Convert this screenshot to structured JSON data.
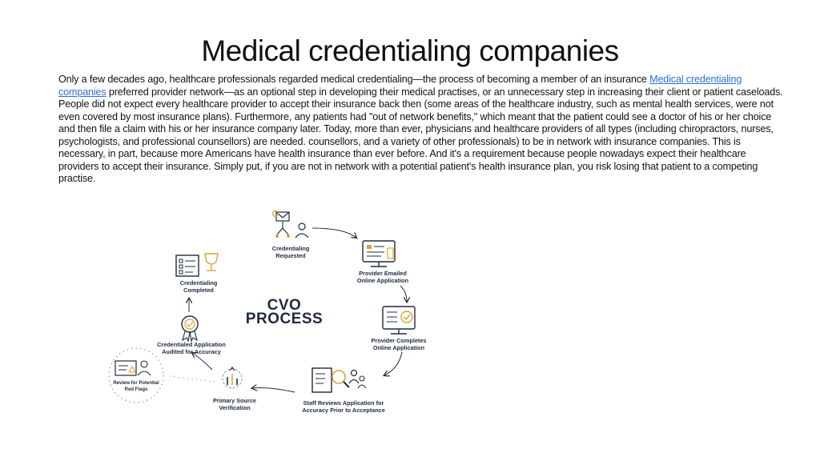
{
  "page": {
    "title": "Medical credentialing companies",
    "paragraph_before_link": "Only a few decades ago, healthcare professionals regarded medical credentialing—the process of becoming a member of an insurance ",
    "link_text": "Medical credentialing companies",
    "paragraph_after_link": " preferred provider network—as an optional step in developing their medical practises, or an unnecessary step in increasing their client or patient caseloads. People did not expect every healthcare provider to accept their insurance back then (some areas of the healthcare industry, such as mental health services, were not even covered by most insurance plans). Furthermore, any patients had \"out of network benefits,\" which meant that the patient could see a doctor of his or her choice and then file a claim with his or her insurance company later. Today, more than ever, physicians and healthcare providers of all types (including chiropractors, nurses, psychologists, and professional counsellors) are needed. counsellors, and a variety of other professionals) to be in network with insurance companies. This is necessary, in part, because more Americans have health insurance than ever before. And it's a requirement because people nowadays expect their healthcare providers to accept their insurance. Simply put, if you are not in network with a potential patient's health insurance plan, you risk losing that patient to a competing practise."
  },
  "diagram": {
    "center_line1": "CVO",
    "center_line2": "PROCESS",
    "steps": {
      "requested": [
        "Credentialing",
        "Requested"
      ],
      "emailed": [
        "Provider Emailed",
        "Online Application"
      ],
      "completes": [
        "Provider Completes",
        "Online Application"
      ],
      "staff_review": [
        "Staff Reviews Application for",
        "Accuracy Prior to Acceptance"
      ],
      "primary_source": [
        "Primary Source",
        "Verification"
      ],
      "audited": [
        "Credentialed Application",
        "Audited for Accuracy"
      ],
      "completed": [
        "Credentialing",
        "Completed"
      ],
      "red_flags": [
        "Review for Potential",
        "Red Flags"
      ]
    },
    "colors": {
      "navy": "#1f2a3d",
      "gold": "#d9a23a",
      "gray": "#6b7280",
      "green": "#3aa655"
    }
  }
}
